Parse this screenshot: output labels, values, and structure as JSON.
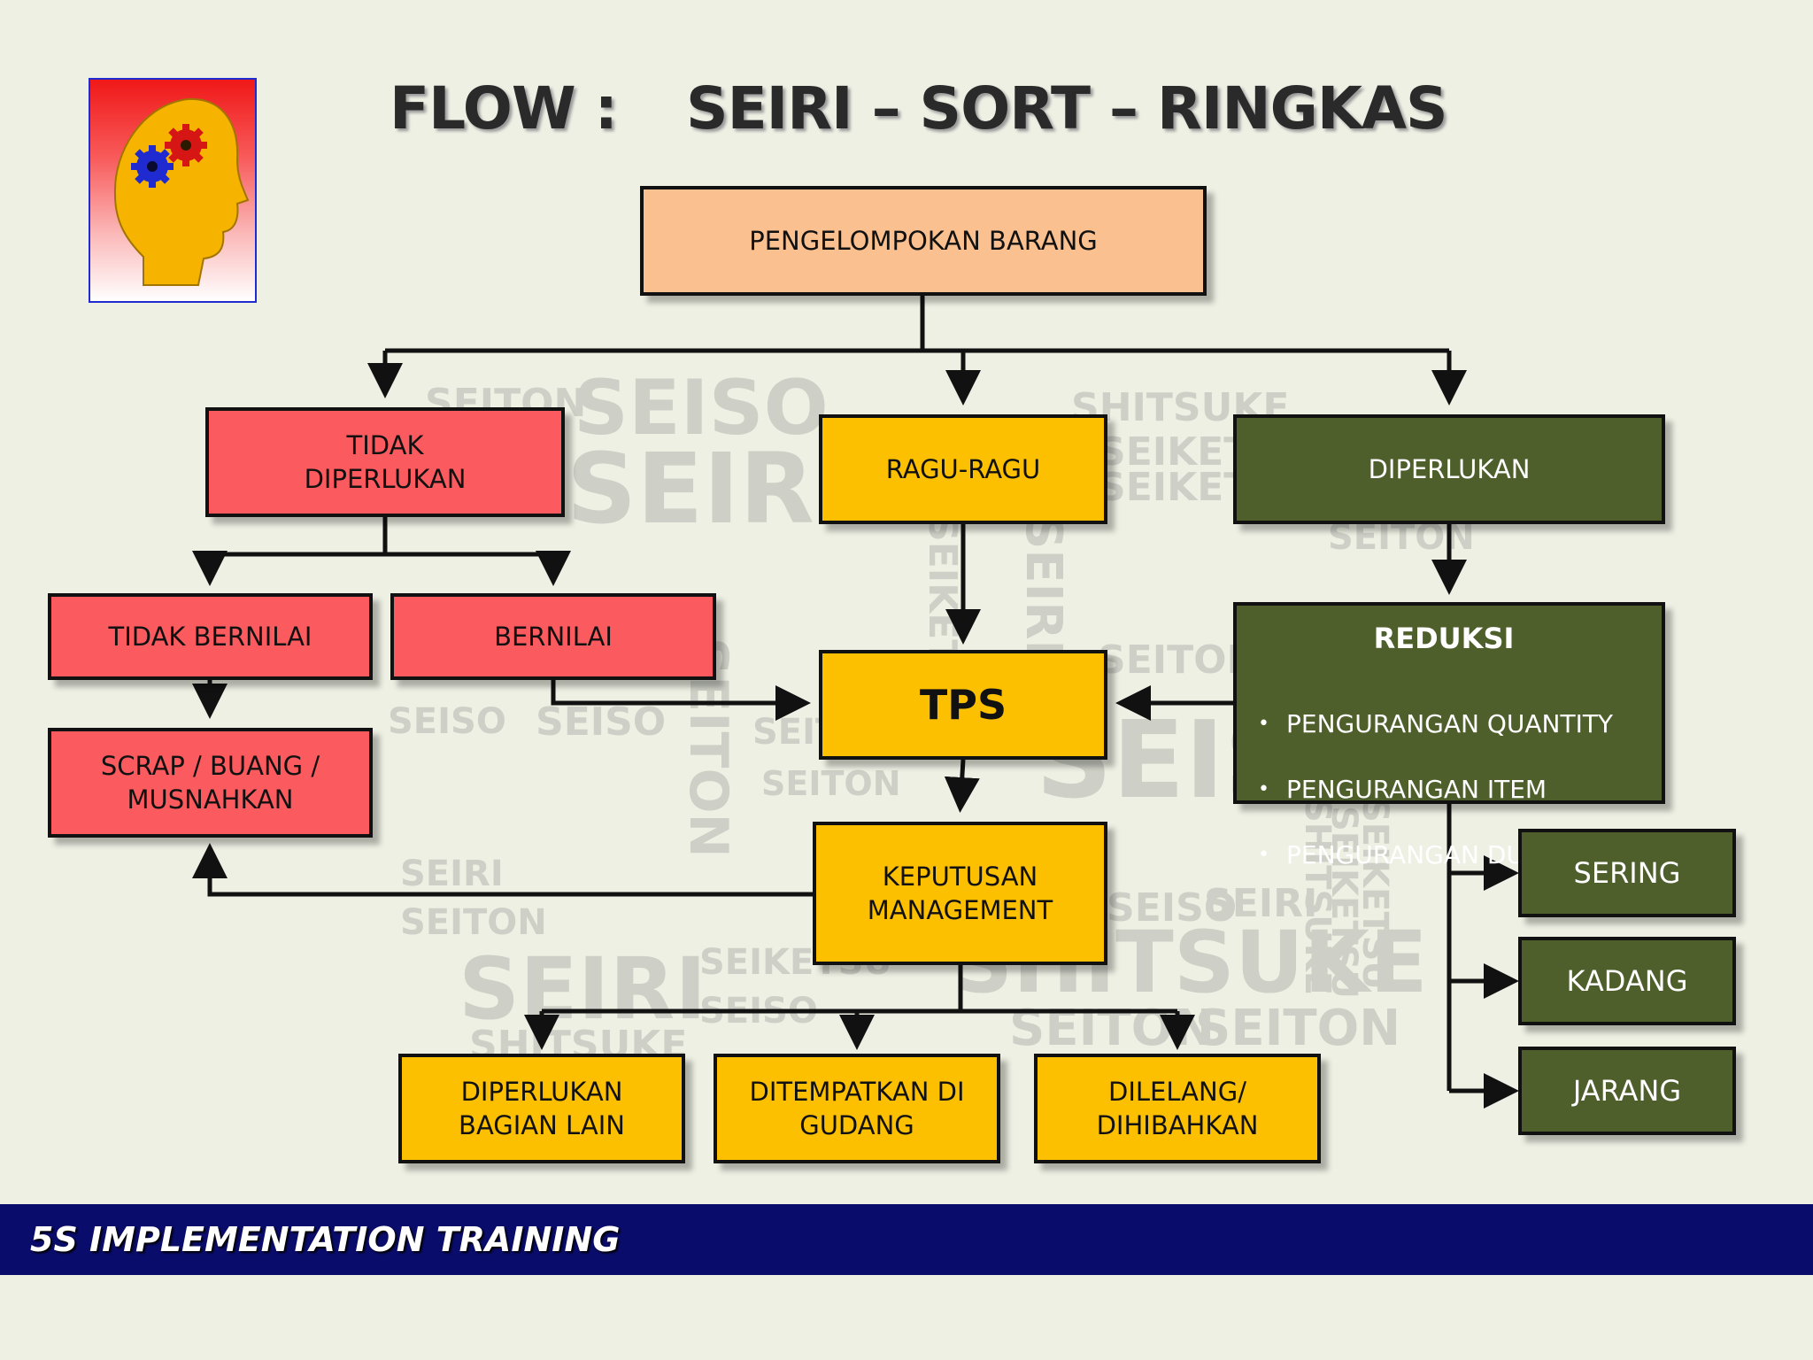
{
  "title": {
    "part1": "FLOW :",
    "part2": "SEIRI – SORT – RINGKAS"
  },
  "colors": {
    "peach": "#fbc08f",
    "red": "#fb5a5e",
    "yellow": "#fcc000",
    "green": "#4e5f2c",
    "footer": "#0a0c6b"
  },
  "watermark_words": [
    "SEITON",
    "SEISO",
    "SEIRI",
    "SHITSUKE",
    "SEIKETSU",
    "SEIKETSU",
    "SEIKET",
    "SEITON",
    "SEITON",
    "SEISO",
    "SEISO",
    "SEITON",
    "SEITON",
    "SEISO",
    "SEIRI",
    "SEIRI",
    "SEITON",
    "SEIRI",
    "SEIKETSU",
    "SEISO",
    "SEISO",
    "SEIRI",
    "SHITSUKE",
    "SEITON",
    "SEITON",
    "SEIKETSU",
    "SHITSUKE"
  ],
  "nodes": {
    "pengelompokan": "PENGELOMPOKAN BARANG",
    "tidak_diperlukan": "TIDAK\nDIPERLUKAN",
    "ragu_ragu": "RAGU-RAGU",
    "diperlukan": "DIPERLUKAN",
    "tidak_bernilai": "TIDAK BERNILAI",
    "bernilai": "BERNILAI",
    "tps": "TPS",
    "reduksi_title": "REDUKSI",
    "reduksi_items": [
      "PENGURANGAN QUANTITY",
      "PENGURANGAN ITEM",
      "PENGURANGAN DUPLIKAT"
    ],
    "scrap": "SCRAP / BUANG /\nMUSNAHKAN",
    "keputusan": "KEPUTUSAN\nMANAGEMENT",
    "sering": "SERING",
    "kadang": "KADANG",
    "jarang": "JARANG",
    "diperlukan_bagian_lain": "DIPERLUKAN\nBAGIAN LAIN",
    "ditempatkan": "DITEMPATKAN DI\nGUDANG",
    "dilelang": "DILELANG/\nDIHIBAHKAN"
  },
  "footer": "5S IMPLEMENTATION TRAINING"
}
